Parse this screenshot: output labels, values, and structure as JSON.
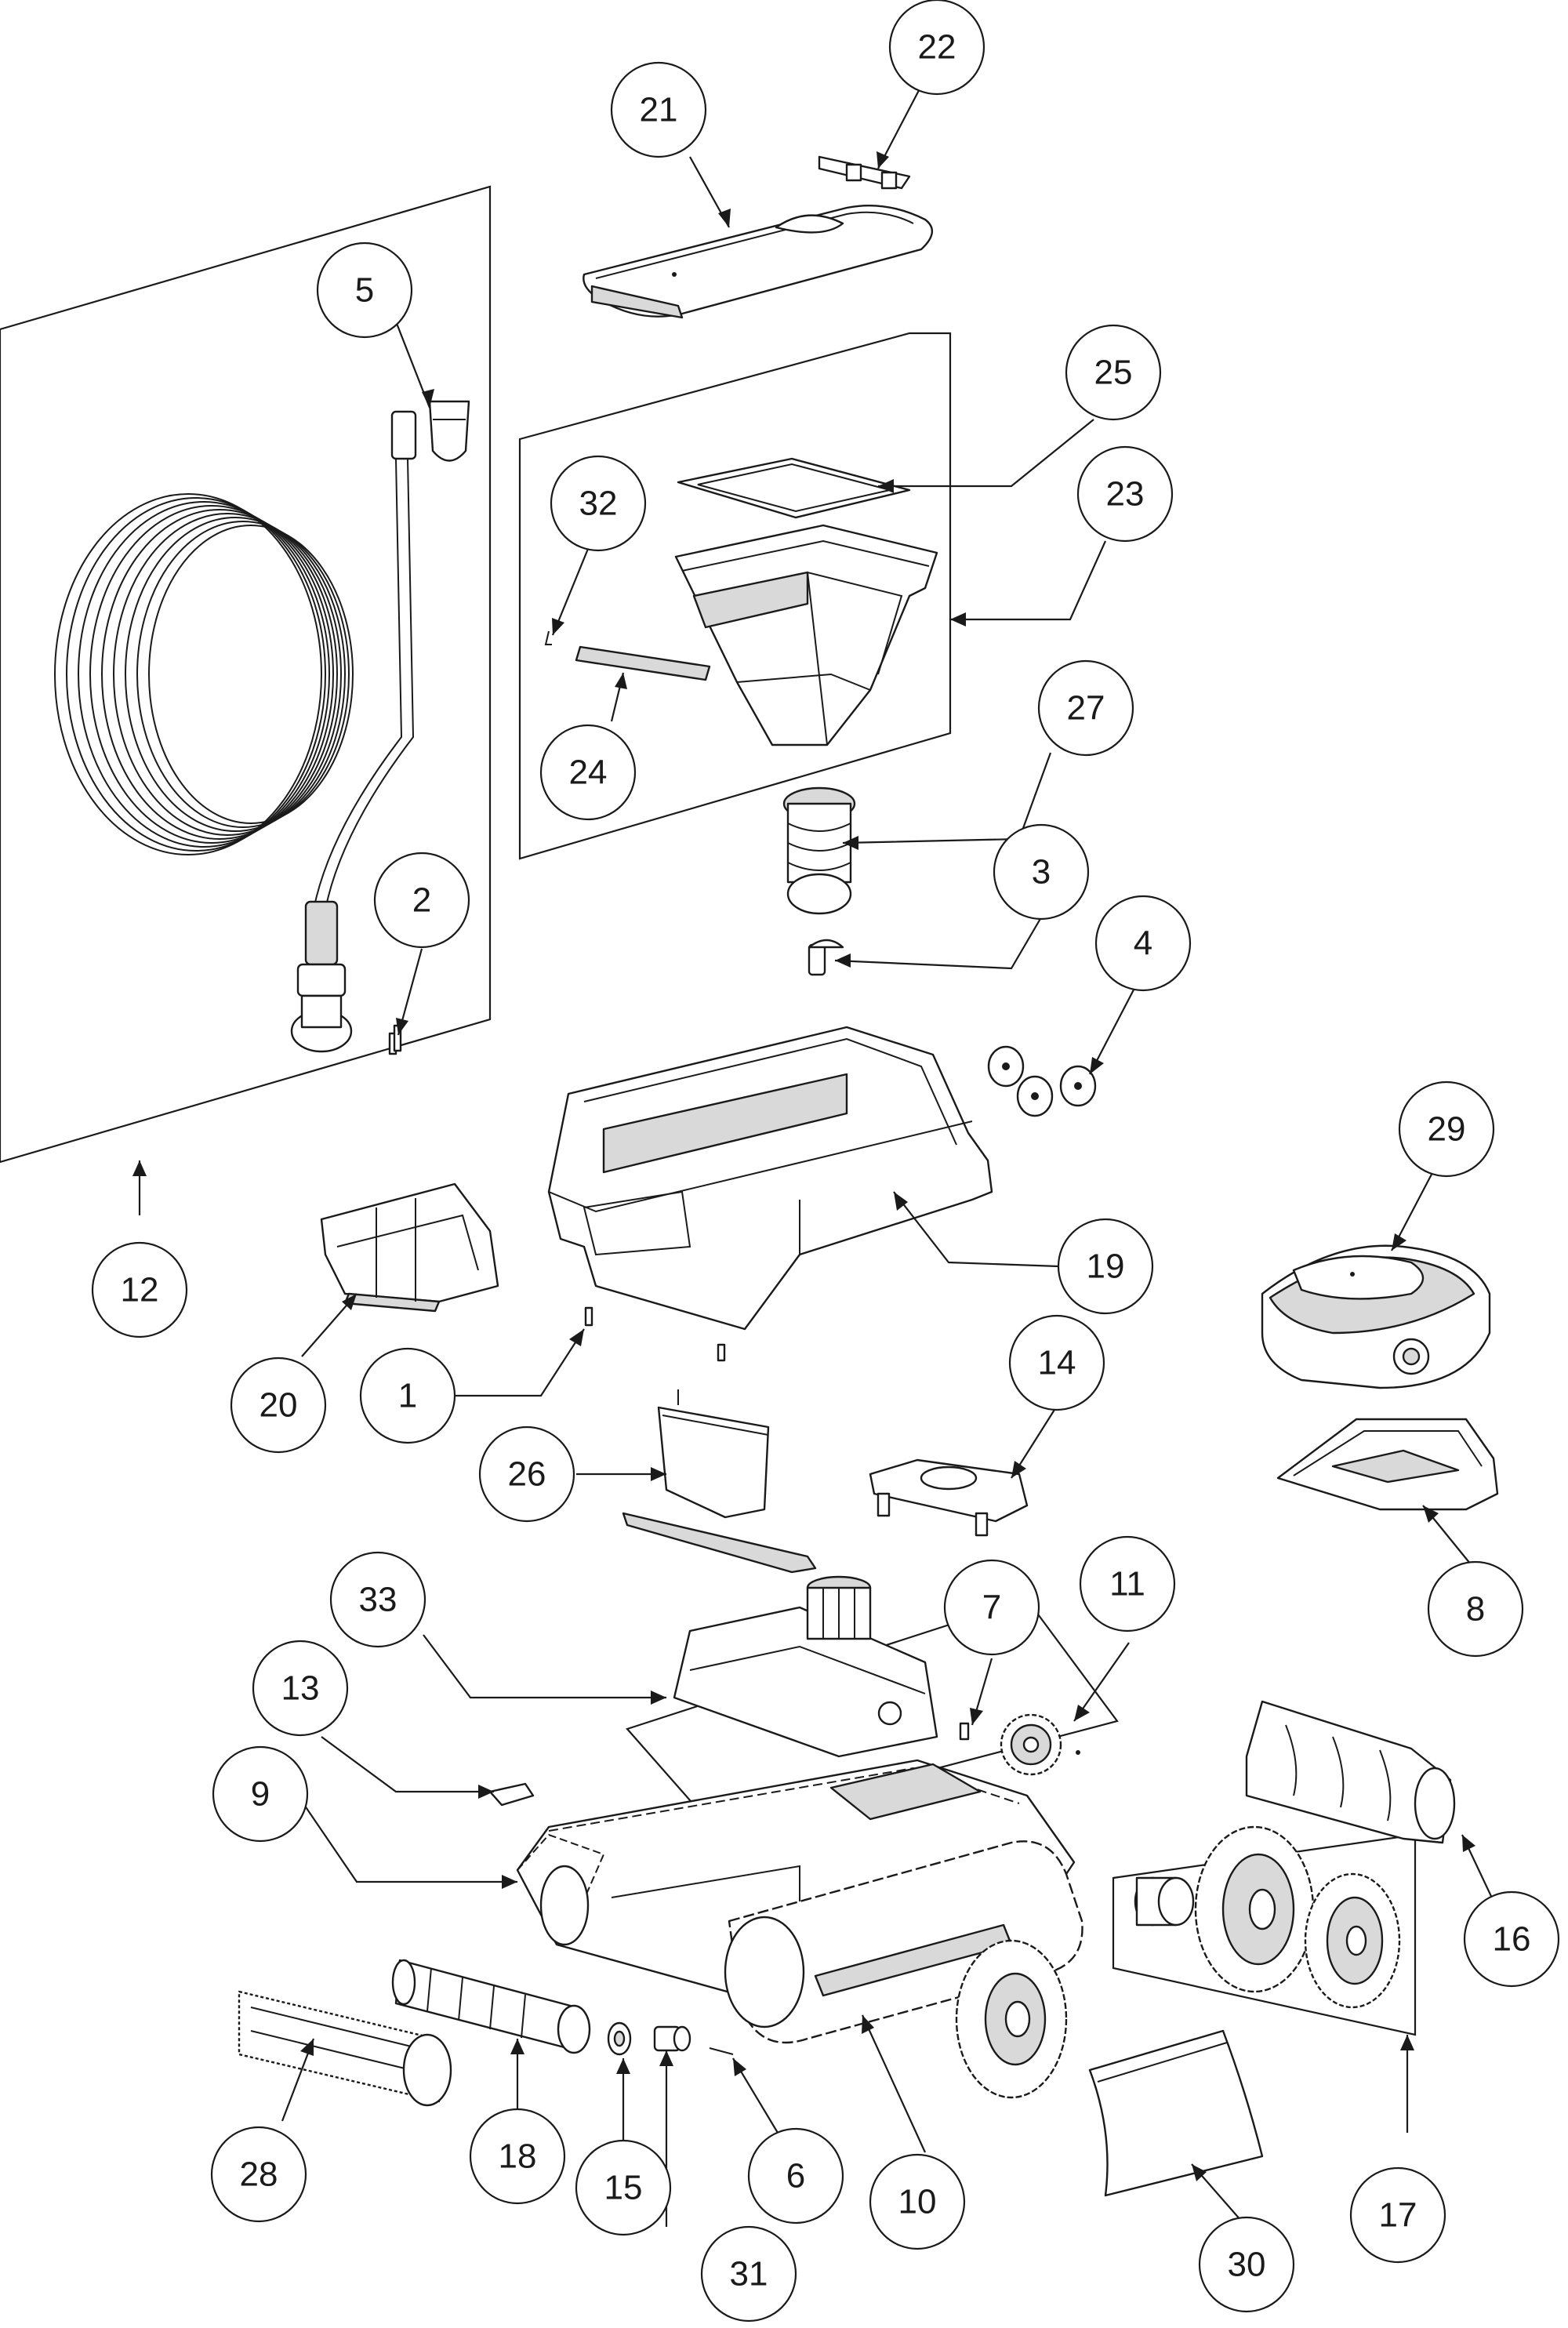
{
  "callouts": [
    {
      "id": "1",
      "label": "1"
    },
    {
      "id": "2",
      "label": "2"
    },
    {
      "id": "3",
      "label": "3"
    },
    {
      "id": "4",
      "label": "4"
    },
    {
      "id": "5",
      "label": "5"
    },
    {
      "id": "6",
      "label": "6"
    },
    {
      "id": "7",
      "label": "7"
    },
    {
      "id": "8",
      "label": "8"
    },
    {
      "id": "9",
      "label": "9"
    },
    {
      "id": "10",
      "label": "10"
    },
    {
      "id": "11",
      "label": "11"
    },
    {
      "id": "12",
      "label": "12"
    },
    {
      "id": "13",
      "label": "13"
    },
    {
      "id": "14",
      "label": "14"
    },
    {
      "id": "15",
      "label": "15"
    },
    {
      "id": "16",
      "label": "16"
    },
    {
      "id": "17",
      "label": "17"
    },
    {
      "id": "18",
      "label": "18"
    },
    {
      "id": "19",
      "label": "19"
    },
    {
      "id": "20",
      "label": "20"
    },
    {
      "id": "21",
      "label": "21"
    },
    {
      "id": "22",
      "label": "22"
    },
    {
      "id": "23",
      "label": "23"
    },
    {
      "id": "24",
      "label": "24"
    },
    {
      "id": "25",
      "label": "25"
    },
    {
      "id": "26",
      "label": "26"
    },
    {
      "id": "27",
      "label": "27"
    },
    {
      "id": "28",
      "label": "28"
    },
    {
      "id": "29",
      "label": "29"
    },
    {
      "id": "30",
      "label": "30"
    },
    {
      "id": "31",
      "label": "31"
    },
    {
      "id": "32",
      "label": "32"
    },
    {
      "id": "33",
      "label": "33"
    }
  ],
  "colors": {
    "line": "#1a1a1a",
    "background": "#ffffff",
    "shade": "#d9d9d9"
  }
}
